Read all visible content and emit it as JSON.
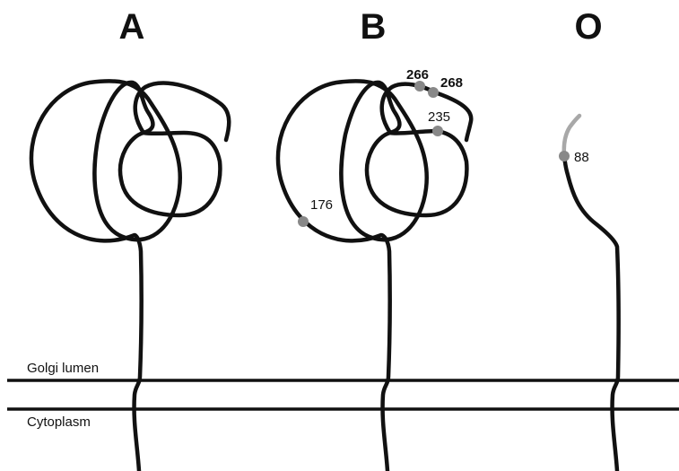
{
  "panels": {
    "a": {
      "title": "A"
    },
    "b": {
      "title": "B",
      "sites": [
        {
          "label": "266",
          "bold": true
        },
        {
          "label": "268",
          "bold": true
        },
        {
          "label": "235",
          "bold": false
        },
        {
          "label": "176",
          "bold": false
        }
      ]
    },
    "o": {
      "title": "O",
      "sites": [
        {
          "label": "88",
          "bold": false
        }
      ]
    }
  },
  "membrane": {
    "upper_label": "Golgi lumen",
    "lower_label": "Cytoplasm"
  },
  "colors": {
    "chain": "#111111",
    "site_marker": "#888888",
    "truncated_segment": "#a8a8a8"
  }
}
